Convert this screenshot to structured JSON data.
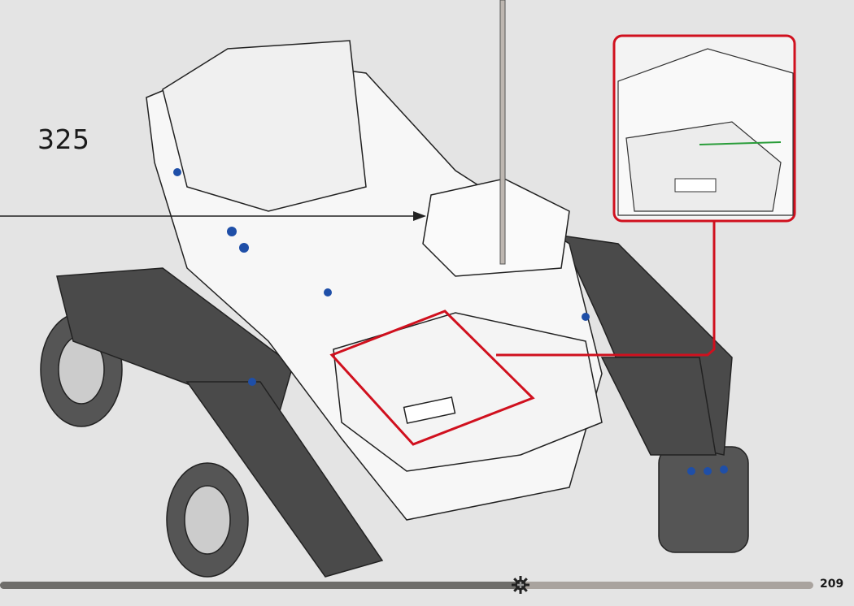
{
  "step": {
    "number": "325"
  },
  "callout": {
    "border_color": "#d0101e"
  },
  "progress": {
    "fraction": 0.64,
    "fill_color": "#6e6d6a",
    "track_color": "#a9a39e",
    "marker_icon": "gear-icon"
  },
  "page": {
    "number": "209"
  },
  "colors": {
    "background": "#e4e4e4",
    "dark_parts": "#4a4a4a",
    "white_parts": "#f7f7f7",
    "blue_pins": "#1f4fa8"
  }
}
